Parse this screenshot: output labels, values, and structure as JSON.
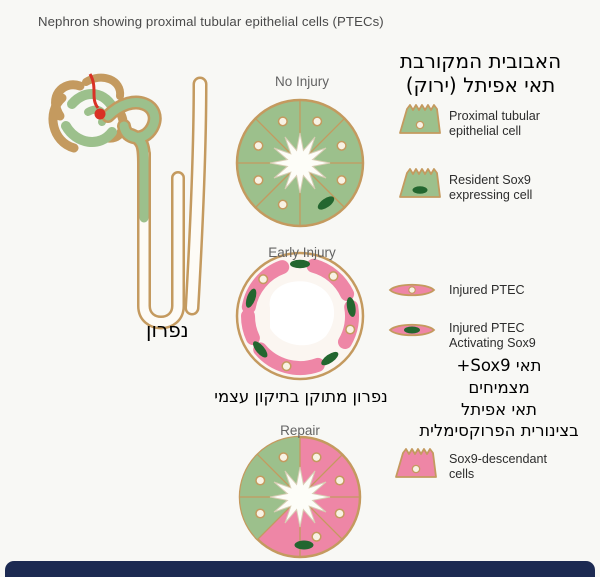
{
  "title": "Nephron showing proximal tubular epithelial cells (PTECs)",
  "sections": {
    "no_injury": "No Injury",
    "early_injury": "Early Injury",
    "repair": "Repair"
  },
  "legend": {
    "ptec": "Proximal tubular epithelial cell",
    "resident_sox9": "Resident Sox9 expressing cell",
    "injured_ptec": "Injured PTEC",
    "injured_ptec_sox9": "Injured PTEC Activating Sox9",
    "sox9_descendant": "Sox9-descendant cells"
  },
  "hebrew_annotations": {
    "proximal_tubule_line1": "האבובית המקורבת",
    "proximal_tubule_line2": "תאי אפיתל (ירוק)",
    "nephron": "נפרון",
    "self_repaired_nephron": "נפרון מתוקן בתיקון עצמי",
    "sox9_block_line1": "תאי Sox9+",
    "sox9_block_line2": "מצמיחים",
    "sox9_block_line3": "תאי אפיתל",
    "sox9_block_line4": "בצינורית הפרוקסימלית"
  },
  "colors": {
    "healthy_cell_green": "#9cc08c",
    "injured_cell_pink": "#ee86a6",
    "sox9_dark_green": "#23662f",
    "tubule_outline_tan": "#c49a5f",
    "lumen_white": "#fdfdf8",
    "bottom_bar_navy": "#1c2a52",
    "background": "#f8f8f5"
  }
}
